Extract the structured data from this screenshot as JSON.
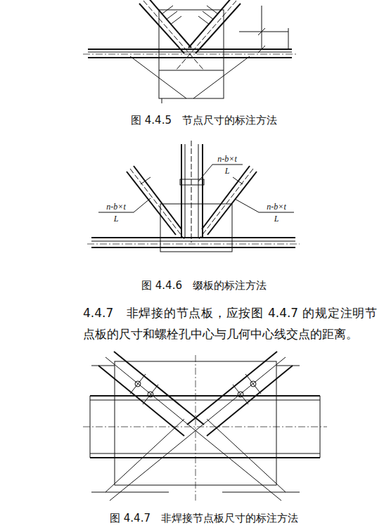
{
  "diagram": {
    "labels": [
      "图 4.4.5　节点尺寸的标注方法",
      "n-b×t",
      "L",
      "n-b×t",
      "L",
      "n-b×t",
      "L",
      "图 4.4.6　缀板的标注方法",
      "4.4.7　非焊接的节点板，应按图 4.4.7 的规定注明节点板的尺寸和螺栓孔中心与几何中心线交点的距离。",
      "图 4.4.7　非焊接节点板尺寸的标注方法"
    ]
  }
}
